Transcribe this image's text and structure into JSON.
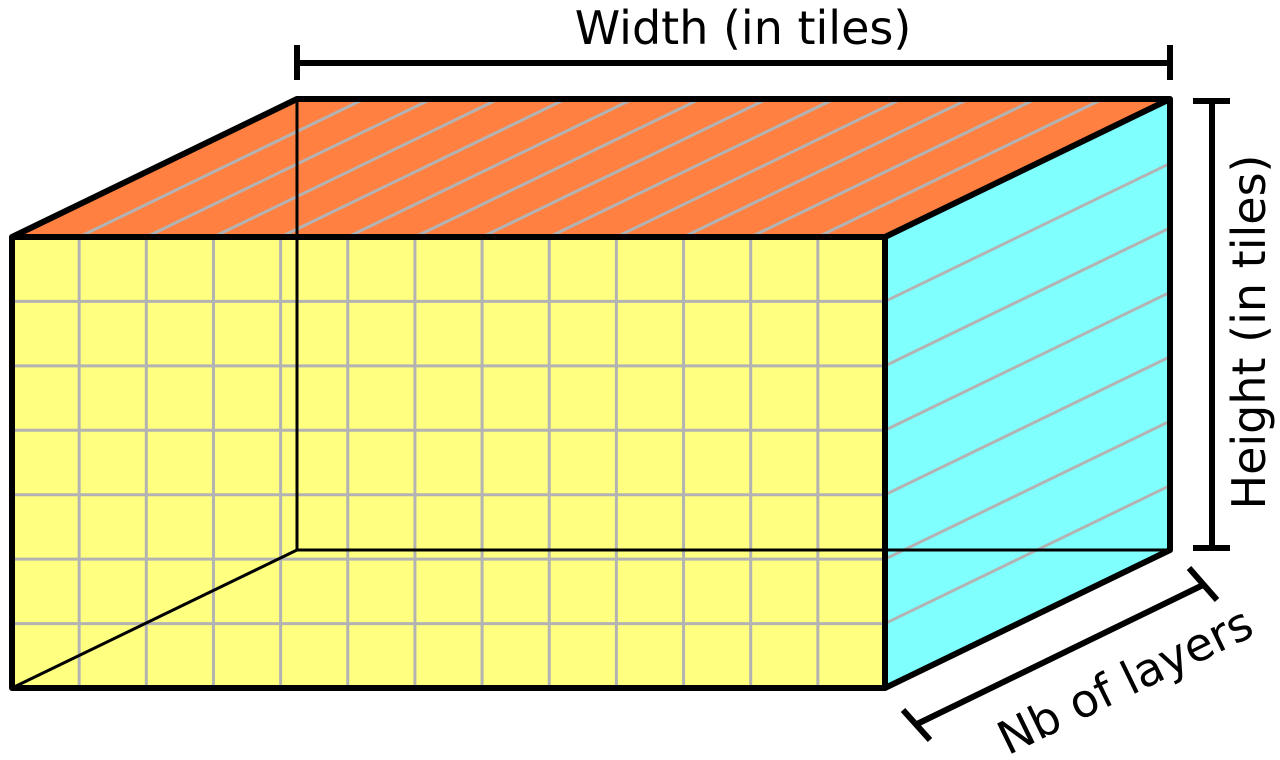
{
  "labels": {
    "width": "Width (in tiles)",
    "height": "Height (in tiles)",
    "layers": "Nb of layers"
  },
  "grid": {
    "front_columns": 13,
    "front_rows": 7,
    "top_stripes": 13,
    "side_stripes": 7
  },
  "colors": {
    "front_face": "#ffff80",
    "top_face": "#ff8040",
    "side_face": "#80ffff",
    "grid_lines": "#b3b3b3",
    "outline": "#000000"
  }
}
